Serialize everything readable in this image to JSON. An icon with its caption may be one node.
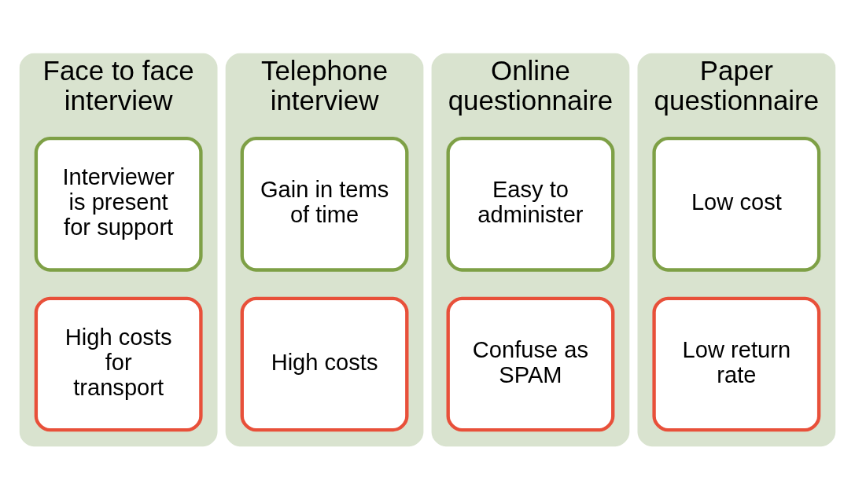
{
  "diagram": {
    "nodes": [
      {
        "text": [
          "Face to face interview"
        ]
      },
      {
        "text": [
          "Interviewer is present for support"
        ],
        "in": 0
      },
      {
        "text": [
          "High costs for transport"
        ],
        "in": 0
      },
      {
        "text": [
          "Telephone interview"
        ]
      },
      {
        "text": [
          "Gain in tems of time"
        ],
        "in": 3
      },
      {
        "text": [
          "High costs"
        ],
        "in": 3
      },
      {
        "text": [
          "Online questionnaire"
        ]
      },
      {
        "text": [
          "Easy to administer"
        ],
        "in": 6
      },
      {
        "text": [
          "Confuse as SPAM"
        ],
        "in": 6
      },
      {
        "text": [
          "Paper questionnaire"
        ]
      },
      {
        "text": [
          "Low cost"
        ],
        "in": 9
      },
      {
        "text": [
          "Low return rate"
        ],
        "in": 9
      }
    ],
    "edges": []
  }
}
